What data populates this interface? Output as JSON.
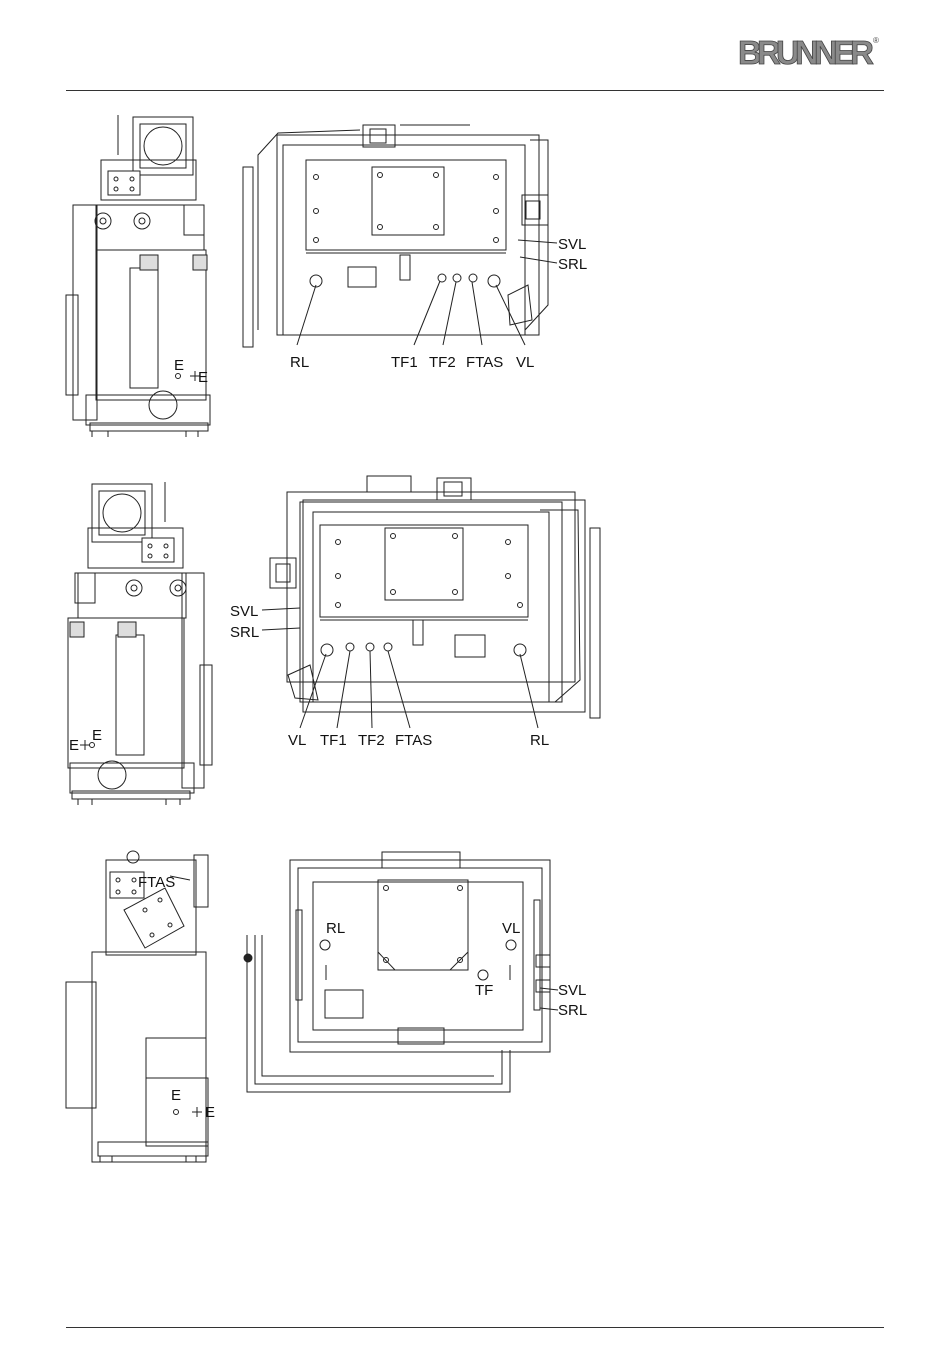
{
  "brand": {
    "name": "BRUNNER",
    "mark": "®"
  },
  "figure1": {
    "labels": {
      "e1": "E",
      "e2": "E",
      "svl": "SVL",
      "srl": "SRL",
      "rl": "RL",
      "tf1": "TF1",
      "tf2": "TF2",
      "ftas": "FTAS",
      "vl": "VL"
    }
  },
  "figure2": {
    "labels": {
      "svl": "SVL",
      "srl": "SRL",
      "e1": "E",
      "e2": "E",
      "vl": "VL",
      "tf1": "TF1",
      "tf2": "TF2",
      "ftas": "FTAS",
      "rl": "RL"
    }
  },
  "figure3": {
    "labels": {
      "ftas": "FTAS",
      "rl": "RL",
      "vl": "VL",
      "tf": "TF",
      "svl": "SVL",
      "srl": "SRL",
      "e1": "E",
      "e2": "E"
    }
  }
}
